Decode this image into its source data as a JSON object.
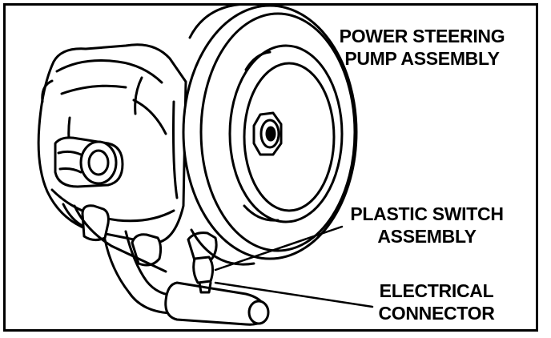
{
  "diagram": {
    "labels": {
      "pump": {
        "line1": "POWER STEERING",
        "line2": "PUMP  ASSEMBLY"
      },
      "switch": {
        "line1": "PLASTIC SWITCH",
        "line2": "ASSEMBLY"
      },
      "connector": {
        "line1": "ELECTRICAL",
        "line2": "CONNECTOR"
      }
    },
    "colors": {
      "ink": "#000000",
      "paper": "#ffffff"
    }
  }
}
